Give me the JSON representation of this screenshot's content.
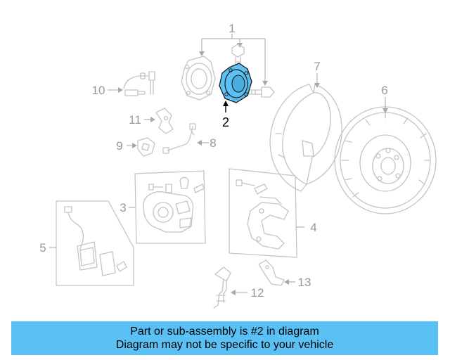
{
  "diagram": {
    "callouts": {
      "c1": "1",
      "c2": "2",
      "c3": "3",
      "c4": "4",
      "c5": "5",
      "c6": "6",
      "c7": "7",
      "c8": "8",
      "c9": "9",
      "c10": "10",
      "c11": "11",
      "c12": "12",
      "c13": "13"
    },
    "highlighted_part": "2",
    "highlight_color": "#5bc1f4",
    "callout_color": "#999999",
    "line_color": "#c4c4c4"
  },
  "banner": {
    "line1": "Part or sub-assembly is #2 in diagram",
    "line2": "Diagram may not be specific to your vehicle",
    "background_color": "#5bc1f4"
  }
}
